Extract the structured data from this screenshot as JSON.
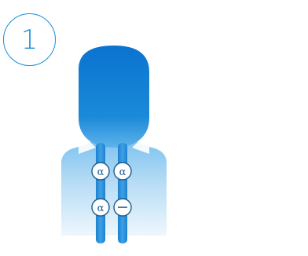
{
  "step": {
    "number": "1"
  },
  "figure": {
    "subunits": [
      {
        "label": "α",
        "symbol": "alpha-glyph"
      },
      {
        "label": "α",
        "symbol": "alpha-glyph"
      },
      {
        "label": "α",
        "symbol": "alpha-glyph"
      },
      {
        "label": "",
        "symbol": "minus-glyph"
      }
    ]
  },
  "colors": {
    "accent": "#1a8fd8",
    "head_dark": "#0a73cf",
    "head_light": "#5fb3ea",
    "shoulder_fade": "#d6ecfa",
    "column_blue": "#1f86d6",
    "subunit_ring": "#1c5a8f"
  }
}
